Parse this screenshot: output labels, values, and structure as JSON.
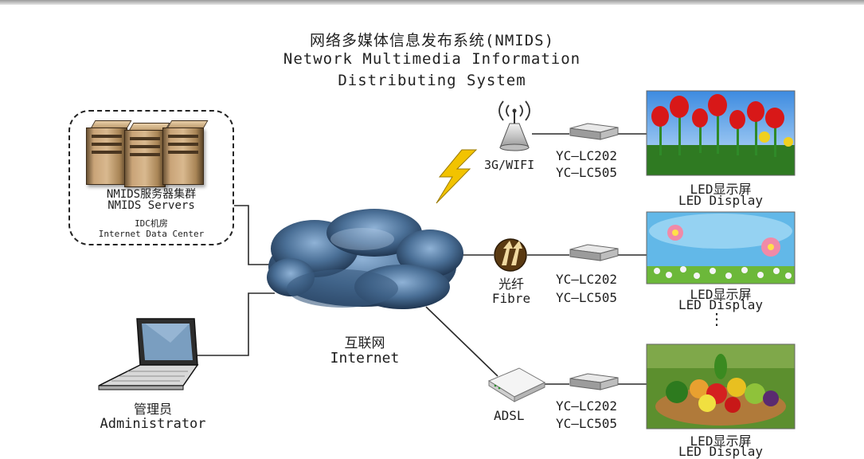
{
  "title": {
    "line1": "网络多媒体信息发布系统(NMIDS)",
    "line2": "Network Multimedia Information",
    "line3": "Distributing System"
  },
  "servers": {
    "name_cn": "NMIDS服务器集群",
    "name_en": "NMIDS Servers",
    "idc_cn": "IDC机房",
    "idc_en": "Internet Data Center"
  },
  "admin": {
    "name_cn": "管理员",
    "name_en": "Administrator"
  },
  "internet": {
    "name_cn": "互联网",
    "name_en": "Internet"
  },
  "links": [
    {
      "name": "3G/WIFI"
    },
    {
      "name_cn": "光纤",
      "name_en": "Fibre"
    },
    {
      "name": "ADSL"
    }
  ],
  "controllers": [
    {
      "model1": "YC—LC202",
      "model2": "YC—LC505"
    },
    {
      "model1": "YC—LC202",
      "model2": "YC—LC505"
    },
    {
      "model1": "YC—LC202",
      "model2": "YC—LC505"
    }
  ],
  "displays": [
    {
      "name_cn": "LED显示屏",
      "name_en": "LED Display"
    },
    {
      "name_cn": "LED显示屏",
      "name_en": "LED Display"
    },
    {
      "name_cn": "LED显示屏",
      "name_en": "LED Display"
    }
  ],
  "ellipsis": "⋮",
  "colors": {
    "cloud": "#4a6f96",
    "lightning": "#f2c300",
    "wire": "#2a2a2a"
  },
  "icons": {
    "antenna": "wifi-antenna-icon",
    "fibre": "fibre-arrows-icon",
    "adsl": "adsl-modem-icon",
    "laptop": "laptop-icon",
    "server": "server-tower-icon"
  }
}
